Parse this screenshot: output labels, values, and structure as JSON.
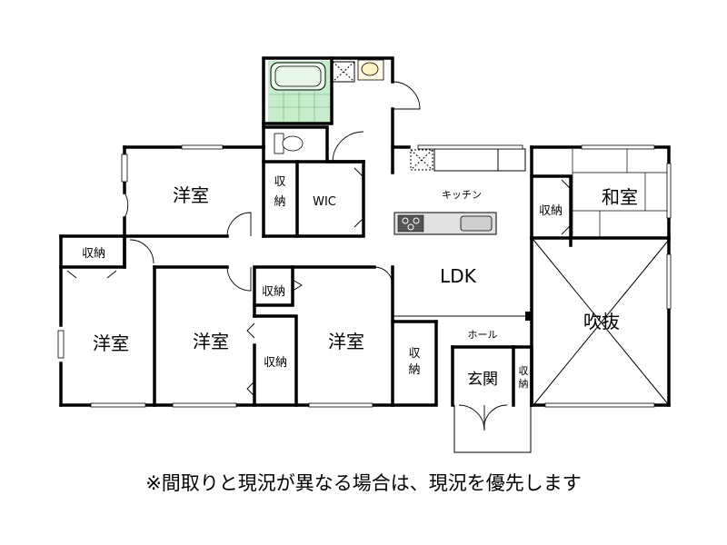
{
  "rooms": {
    "western_room_top": "洋室",
    "storage_top": "収納",
    "wic": "WIC",
    "kitchen": "キッチン",
    "japanese_room": "和室",
    "storage_japanese": "収納",
    "storage_left": "収納",
    "ldk": "LDK",
    "storage_middle": "収納",
    "western_room_left": "洋室",
    "western_room_middle": "洋室",
    "storage_lower": "収納",
    "western_room_right": "洋室",
    "storage_hall": "収納",
    "hall": "ホール",
    "entrance": "玄関",
    "storage_entrance": "収納",
    "void": "吹抜"
  },
  "note": "※間取りと現況が異なる場合は、現況を優先します"
}
